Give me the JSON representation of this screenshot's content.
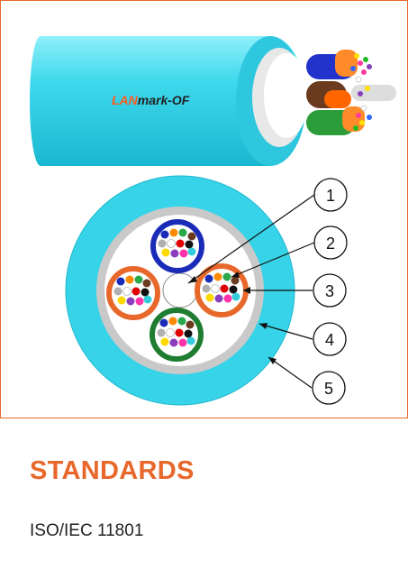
{
  "product": {
    "brand_prefix": "LAN",
    "brand_suffix": "mark-OF"
  },
  "callouts": [
    "1",
    "2",
    "3",
    "4",
    "5"
  ],
  "section": {
    "heading": "STANDARDS",
    "standards": [
      "ISO/IEC 11801"
    ]
  },
  "colors": {
    "accent": "#e8682c",
    "jacket": "#37d3e8",
    "armor": "#c9c9c9"
  }
}
